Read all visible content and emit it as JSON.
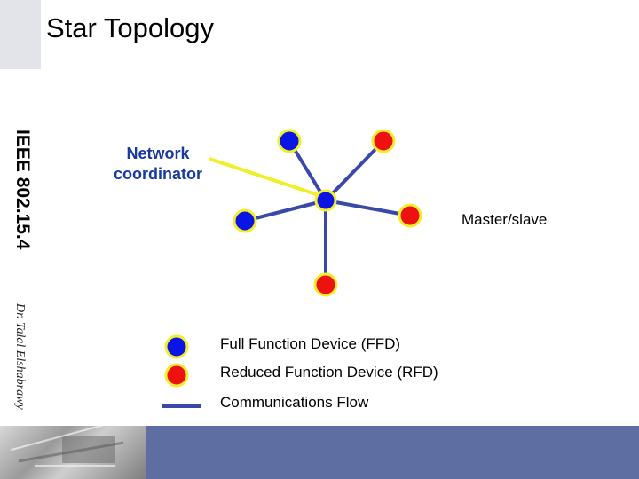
{
  "slide": {
    "title": "Star Topology",
    "side_title": "IEEE 802.15.4",
    "author": "Dr. Talal Elshabrawy"
  },
  "diagram": {
    "coordinator_label_line1": "Network",
    "coordinator_label_line2": "coordinator",
    "master_slave_label": "Master/slave",
    "colors": {
      "ffd": "#0a14e6",
      "rfd": "#ee1111",
      "node_ring": "#f2ee2a",
      "link": "#3a49a8",
      "coordinator_link": "#f2ee2a"
    }
  },
  "legend": {
    "ffd_label": "Full Function Device (FFD)",
    "rfd_label": "Reduced Function Device (RFD)",
    "flow_label": "Communications Flow"
  },
  "footer": {
    "accent_color": "#5e6ea3"
  }
}
